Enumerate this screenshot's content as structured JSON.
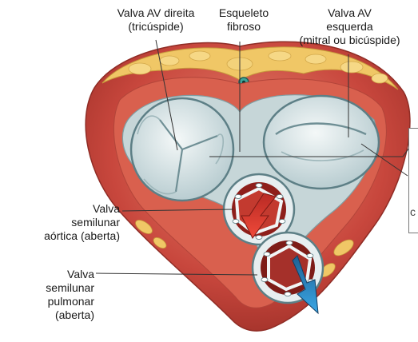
{
  "labels": {
    "tricuspid": [
      "Valva AV direita",
      "(tricúspide)"
    ],
    "skeleton": [
      "Esqueleto",
      "fibroso"
    ],
    "mitral": [
      "Valva AV",
      "esquerda",
      "(mitral ou bicúspide)"
    ],
    "aortic": [
      "Valva",
      "semilunar",
      "aórtica (aberta)"
    ],
    "pulmonary": [
      "Valva",
      "semilunar",
      "pulmonar",
      "(aberta)"
    ],
    "side_fragment": "c"
  },
  "colors": {
    "muscle": "#c8473d",
    "muscle_light": "#e07a64",
    "fat": "#f0c766",
    "valve_tissue": "#dfe8ea",
    "valve_outline": "#5d7f86",
    "fibrous_skeleton": "#b9cfd2",
    "flow_red": "#e53a2f",
    "flow_blue": "#2f8fd0",
    "leader_line": "#333333"
  }
}
